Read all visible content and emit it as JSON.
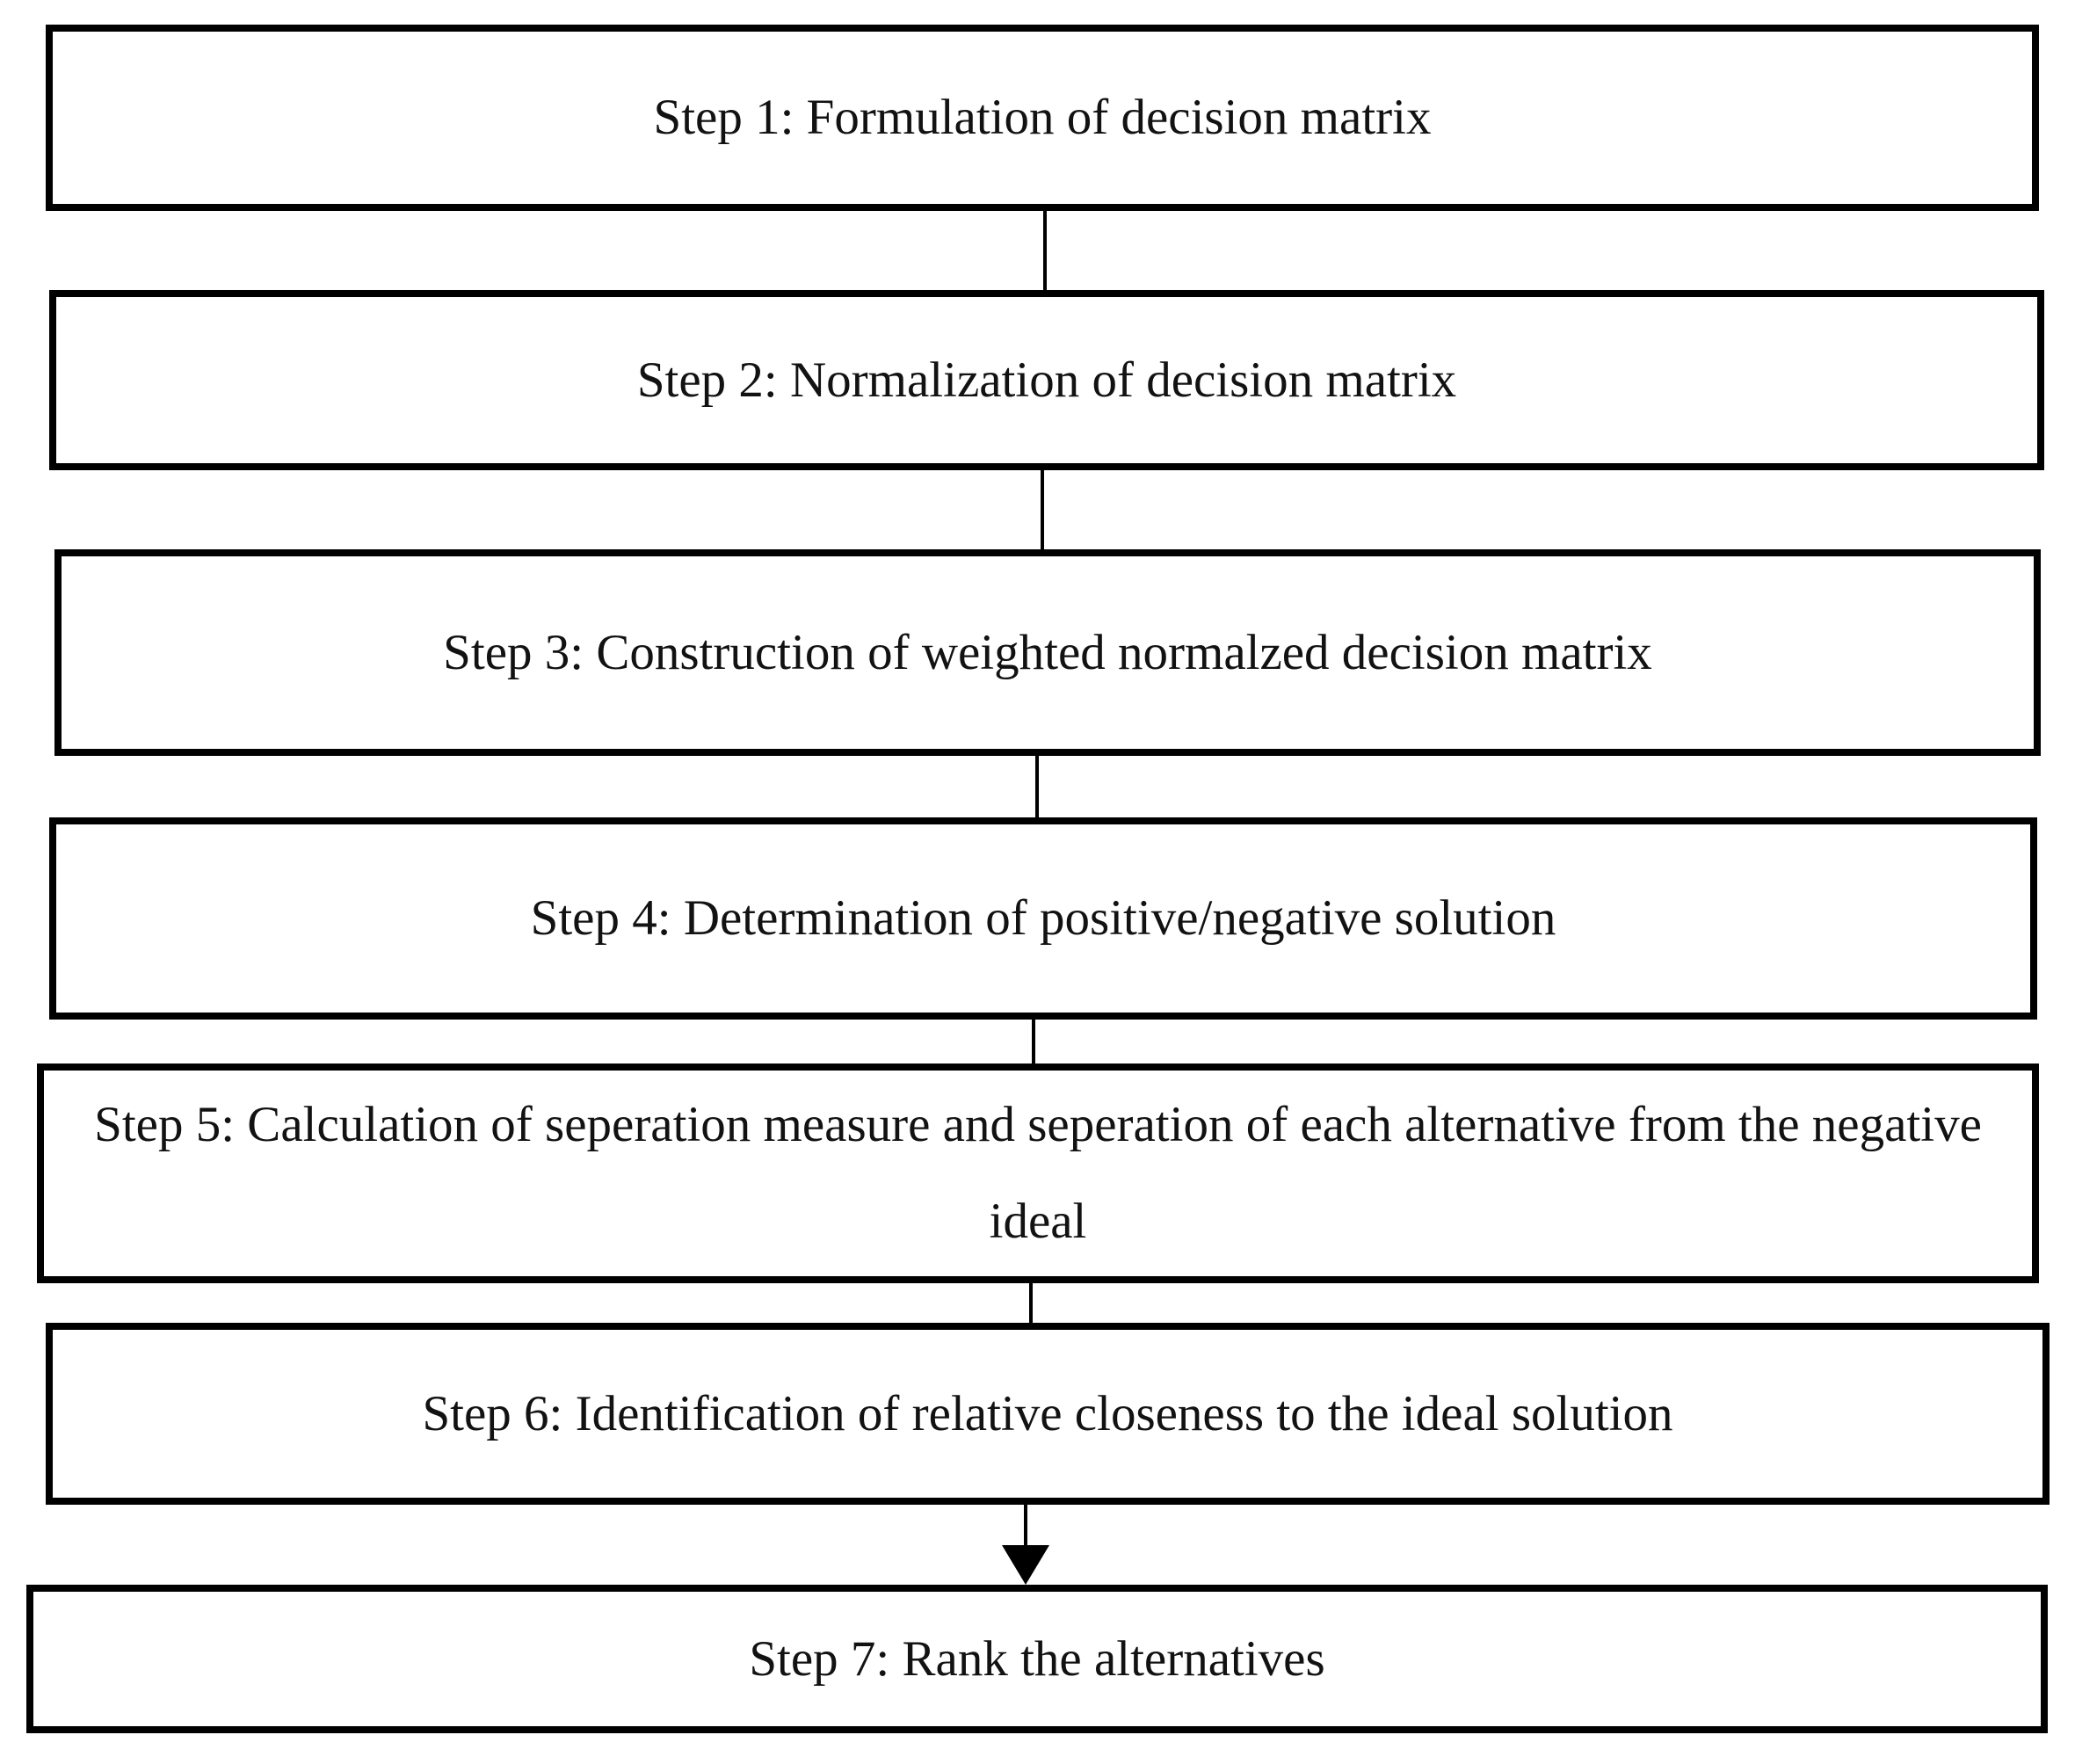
{
  "flowchart": {
    "type": "flowchart",
    "direction": "top-down",
    "steps": [
      {
        "id": "step-1",
        "label": "Step 1: Formulation of decision matrix"
      },
      {
        "id": "step-2",
        "label": "Step 2: Normalization of decision matrix"
      },
      {
        "id": "step-3",
        "label": "Step 3: Construction of weighted normalzed decision matrix"
      },
      {
        "id": "step-4",
        "label": "Step 4: Determination of positive/negative solution"
      },
      {
        "id": "step-5",
        "label": "Step 5: Calculation of seperation measure and seperation of each alternative from the negative ideal"
      },
      {
        "id": "step-6",
        "label": "Step 6: Identification of relative closeness to the ideal solution"
      },
      {
        "id": "step-7",
        "label": "Step 7: Rank the alternatives"
      }
    ],
    "connectors": [
      {
        "from": "step-1",
        "to": "step-2",
        "arrowhead": false
      },
      {
        "from": "step-2",
        "to": "step-3",
        "arrowhead": false
      },
      {
        "from": "step-3",
        "to": "step-4",
        "arrowhead": false
      },
      {
        "from": "step-4",
        "to": "step-5",
        "arrowhead": false
      },
      {
        "from": "step-5",
        "to": "step-6",
        "arrowhead": false
      },
      {
        "from": "step-6",
        "to": "step-7",
        "arrowhead": true
      }
    ],
    "colors": {
      "background": "#ffffff",
      "box_fill": "#ffffff",
      "box_border": "#000000",
      "text": "#121212",
      "connector": "#000000"
    }
  }
}
